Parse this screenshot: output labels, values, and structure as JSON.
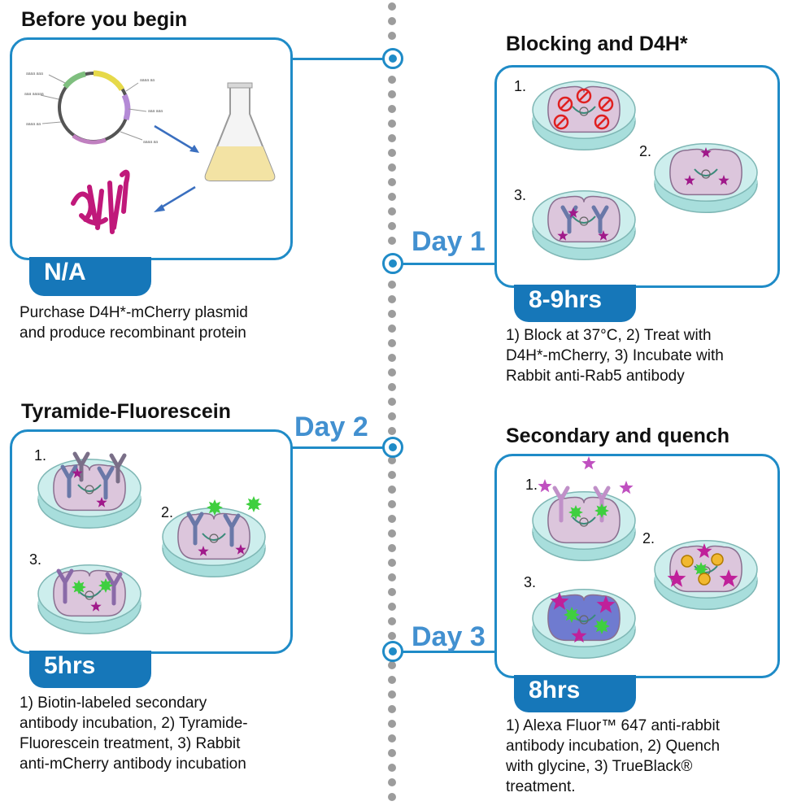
{
  "timeline": {
    "days": [
      "Day 1",
      "Day 2",
      "Day 3"
    ],
    "line_color": "#9c9c9c",
    "accent": "#1f8bc7"
  },
  "sections": {
    "before": {
      "title": "Before you begin",
      "tag": "N/A",
      "desc": [
        "Purchase D4H*-mCherry plasmid",
        "and produce recombinant protein"
      ]
    },
    "blocking": {
      "title": "Blocking and D4H*",
      "tag": "8-9hrs",
      "steps": [
        "1.",
        "2.",
        "3."
      ],
      "desc": [
        "1) Block at 37°C, 2) Treat with",
        "D4H*-mCherry, 3) Incubate with",
        "Rabbit anti-Rab5 antibody"
      ]
    },
    "tyramide": {
      "title": "Tyramide-Fluorescein",
      "tag": "5hrs",
      "steps": [
        "1.",
        "2.",
        "3."
      ],
      "desc": [
        "1) Biotin-labeled secondary",
        "antibody incubation, 2) Tyramide-",
        "Fluorescein treatment, 3) Rabbit",
        "anti-mCherry antibody incubation"
      ]
    },
    "secondary": {
      "title": "Secondary and quench",
      "tag": "8hrs",
      "steps": [
        "1.",
        "2.",
        "3."
      ],
      "desc": [
        "1) Alexa Fluor™ 647 anti-rabbit",
        "antibody incubation, 2) Quench",
        "with glycine, 3) TrueBlack®",
        "treatment."
      ]
    }
  }
}
